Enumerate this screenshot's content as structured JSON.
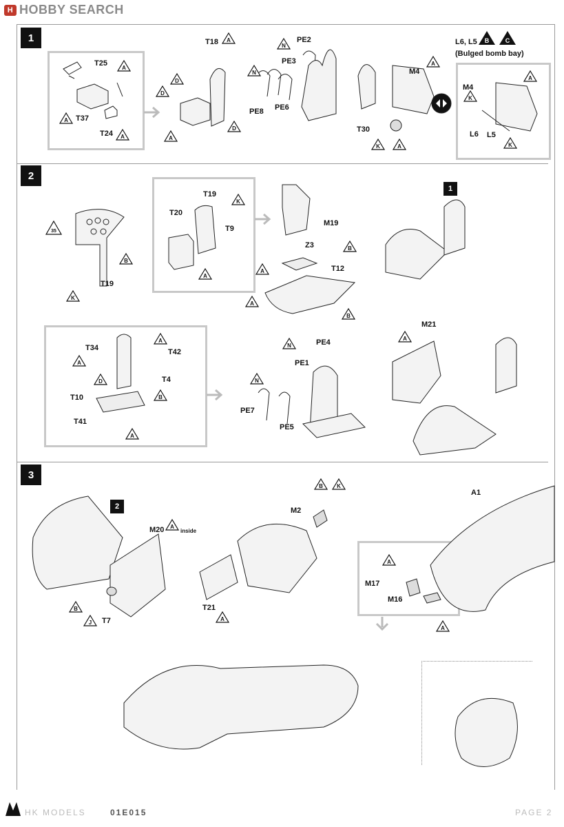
{
  "watermark": {
    "logo_text": "H",
    "brand": "HOBBY SEARCH"
  },
  "steps": [
    {
      "number": "1"
    },
    {
      "number": "2"
    },
    {
      "number": "3"
    }
  ],
  "step_refs": {
    "ref_1": "1",
    "ref_2": "2"
  },
  "step1": {
    "parts": {
      "T25": "T25",
      "T37": "T37",
      "T24": "T24",
      "T18": "T18",
      "PE2": "PE2",
      "PE3": "PE3",
      "PE8": "PE8",
      "PE6": "PE6",
      "M4a": "M4",
      "T30": "T30",
      "M4b": "M4",
      "L6": "L6",
      "L5": "L5"
    },
    "variant_title": "L6, L5",
    "variant_note": "(Bulged bomb bay)"
  },
  "step2": {
    "parts": {
      "code35": "35",
      "T19a": "T19",
      "T19b": "T19",
      "T20": "T20",
      "T9": "T9",
      "M19": "M19",
      "Z3": "Z3",
      "T12": "T12",
      "T34": "T34",
      "T42": "T42",
      "T4": "T4",
      "T10": "T10",
      "T41": "T41",
      "PE4": "PE4",
      "PE1": "PE1",
      "PE7": "PE7",
      "PE5": "PE5",
      "M21": "M21"
    }
  },
  "step3": {
    "parts": {
      "M20": "M20",
      "inside": "inside",
      "T7": "T7",
      "M2": "M2",
      "T21": "T21",
      "A1": "A1",
      "M17": "M17",
      "M16": "M16"
    }
  },
  "glue_letters": [
    "A",
    "B",
    "C",
    "D",
    "J",
    "K",
    "N"
  ],
  "footer": {
    "brand": "HK MODELS",
    "code": "01E015",
    "page": "PAGE 2"
  }
}
